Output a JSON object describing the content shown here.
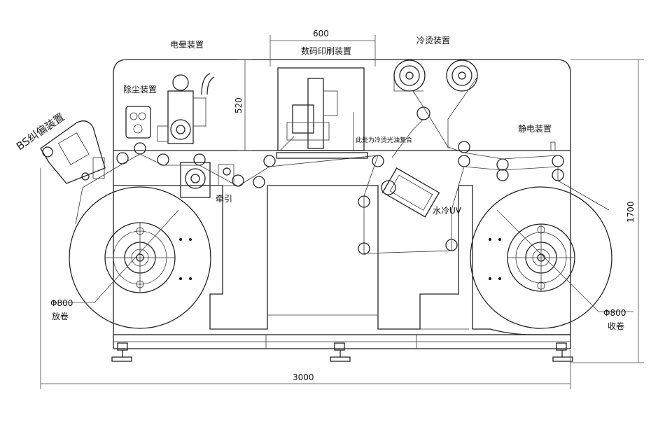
{
  "labels": {
    "corona": "电晕装置",
    "dust_removal": "除尘装置",
    "digital_print": "数码印刷装置",
    "cold_foil": "冷烫装置",
    "static": "静电装置",
    "bs_guide": "BS纠偏装置",
    "traction": "牵引",
    "water_cool_uv": "水冷UV",
    "varnish_note": "此处为冷烫光油复合",
    "unwind": "放卷",
    "rewind": "收卷"
  },
  "dimensions": {
    "width_600": "600",
    "height_520": "520",
    "height_1700": "1700",
    "width_3000": "3000",
    "dia_left": "Φ800",
    "dia_right": "Φ800"
  }
}
